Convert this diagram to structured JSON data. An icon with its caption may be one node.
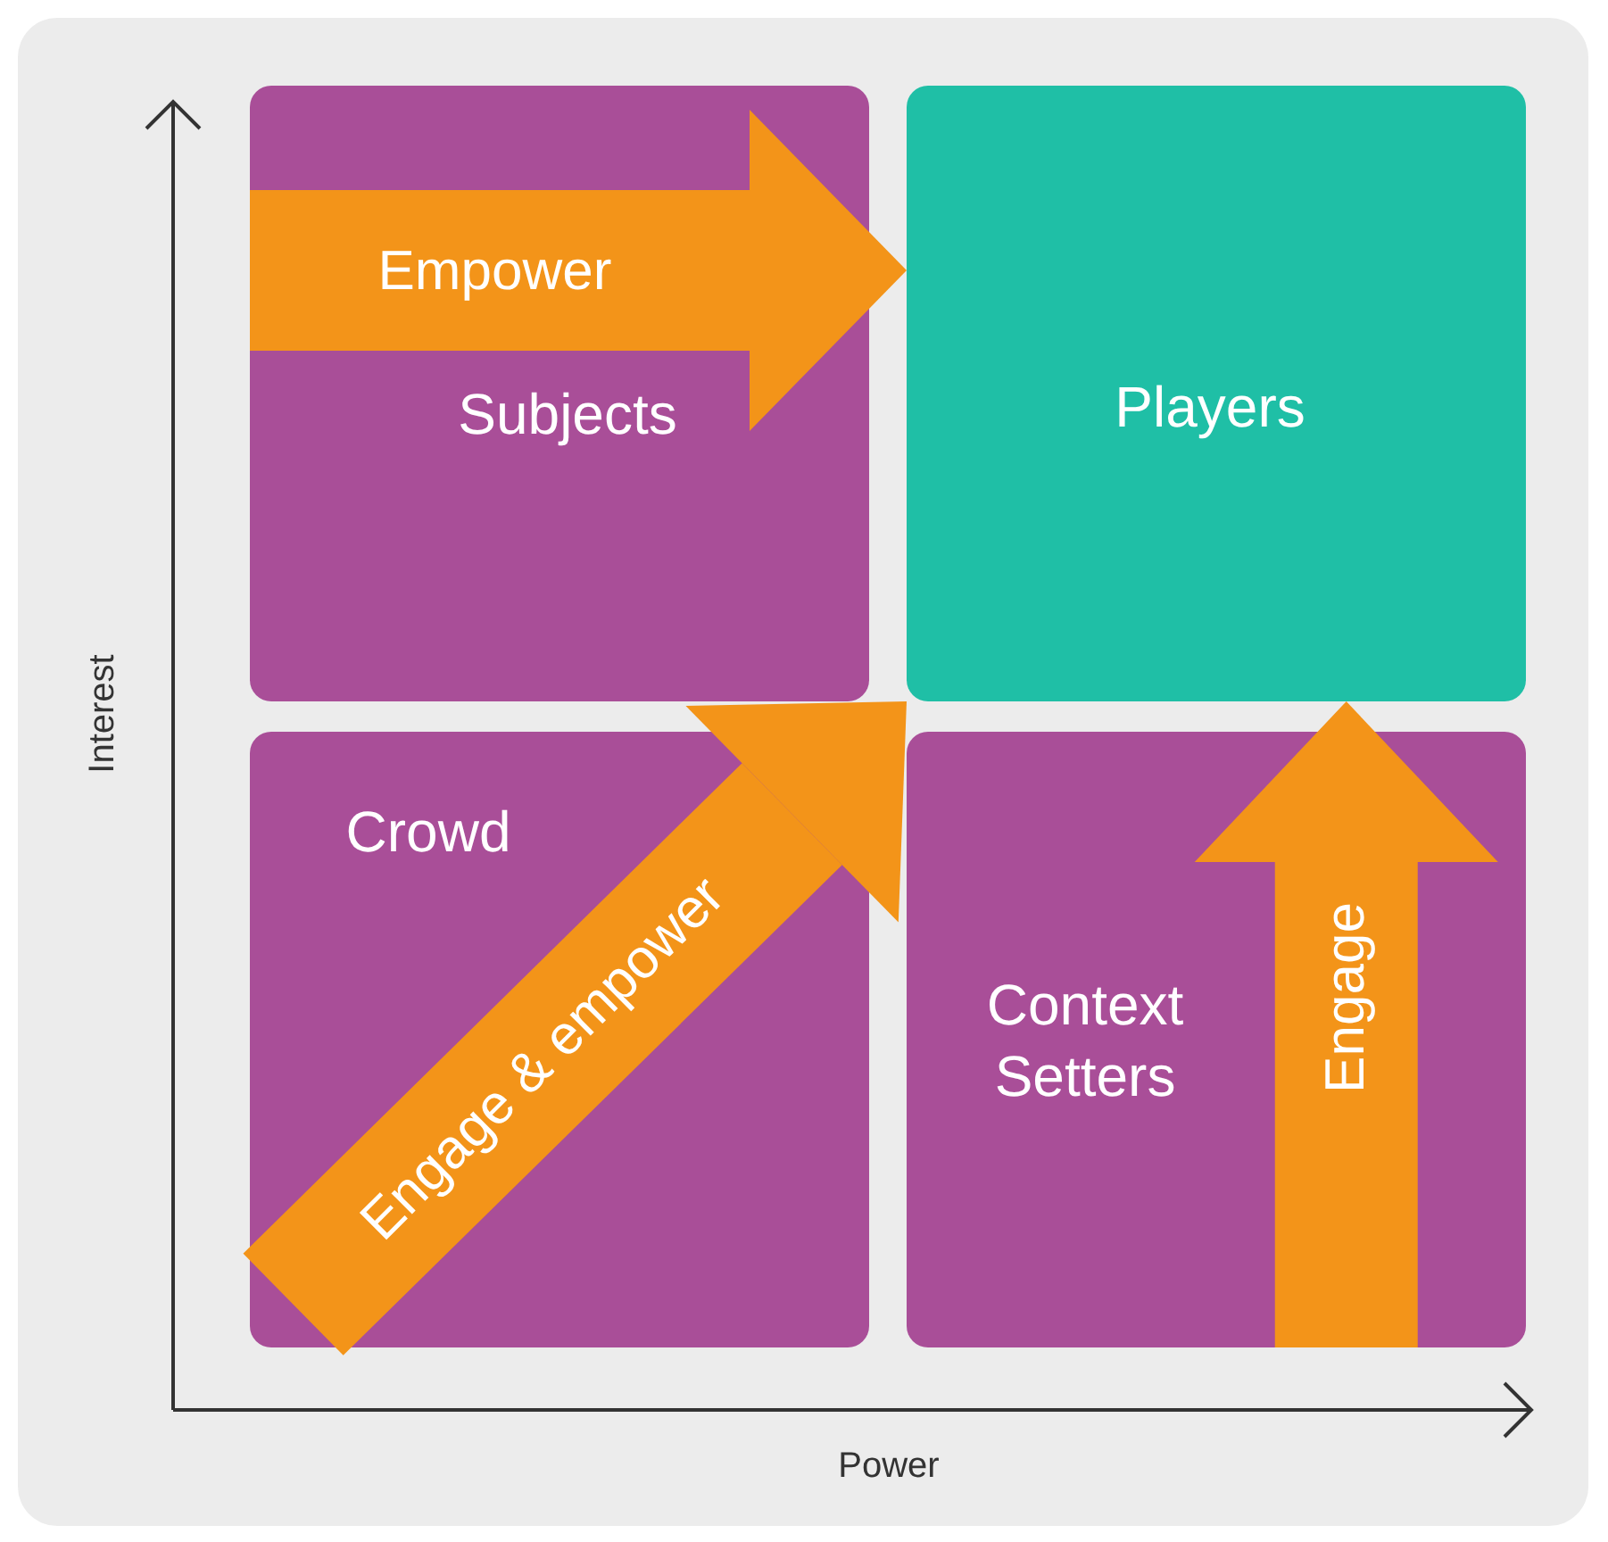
{
  "diagram": {
    "nodes": [
      {
        "text": [
          "Subjects"
        ]
      },
      {
        "text": [
          "Players"
        ]
      },
      {
        "text": [
          "Crowd"
        ]
      },
      {
        "text": [
          "Context Setters"
        ]
      }
    ],
    "edges": [
      {
        "from": 0,
        "to": 1,
        "arrow": "to",
        "label": "Empower"
      },
      {
        "from": 2,
        "to": 1,
        "arrow": "to",
        "label": "Engage & empower"
      },
      {
        "from": 3,
        "to": 1,
        "arrow": "to",
        "label": "Engage"
      }
    ],
    "labels": [
      "Interest",
      "Power"
    ]
  }
}
